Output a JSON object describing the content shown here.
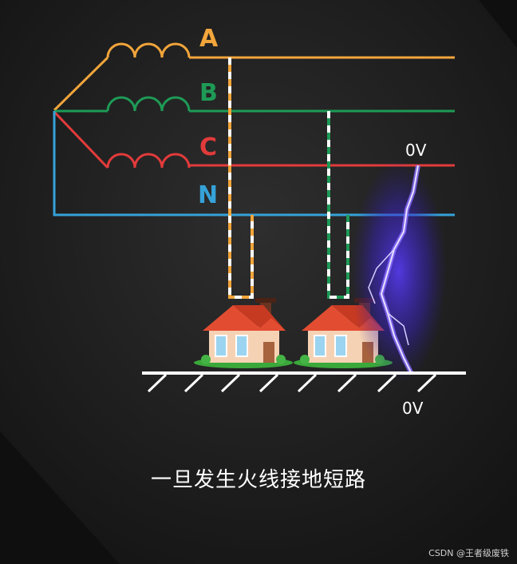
{
  "labels": {
    "phase_a": "A",
    "phase_b": "B",
    "phase_c": "C",
    "neutral": "N",
    "voltage_line": "0V",
    "voltage_ground": "0V"
  },
  "colors": {
    "phase_a": "#f2a53b",
    "phase_b": "#1e9a56",
    "phase_c": "#e23b3b",
    "neutral": "#35a2d8",
    "lightning": "#6a4dff",
    "ground": "#ffffff"
  },
  "caption": "一旦发生火线接地短路",
  "watermark": "CSDN @王者级废铁"
}
